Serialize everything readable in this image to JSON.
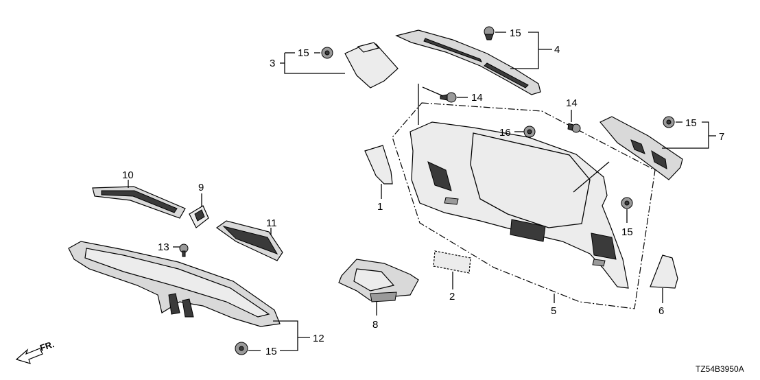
{
  "diagram": {
    "callouts": {
      "c1": "1",
      "c2": "2",
      "c3": "3",
      "c4": "4",
      "c5": "5",
      "c6": "6",
      "c7": "7",
      "c8": "8",
      "c9": "9",
      "c10": "10",
      "c11": "11",
      "c12": "12",
      "c13": "13",
      "c14a": "14",
      "c14b": "14",
      "c15a": "15",
      "c15b": "15",
      "c15c": "15",
      "c15d": "15",
      "c15e": "15",
      "c16": "16"
    },
    "front_indicator": "FR.",
    "diagram_code": "TZ54B3950A"
  }
}
